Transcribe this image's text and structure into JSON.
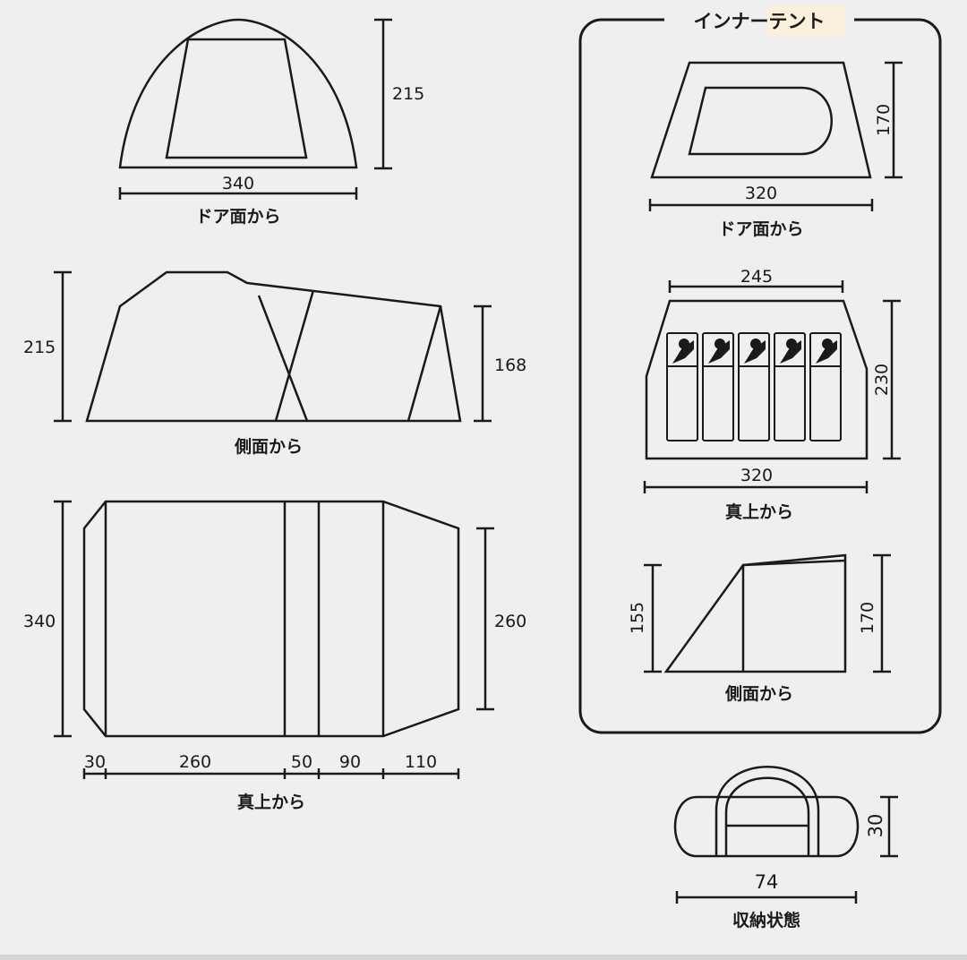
{
  "outer": {
    "front": {
      "height": "215",
      "width": "340",
      "caption": "ドア面から"
    },
    "side": {
      "height_left": "215",
      "height_right": "168",
      "caption": "側面から"
    },
    "top": {
      "height_left": "340",
      "height_right": "260",
      "seg1": "30",
      "seg2": "260",
      "seg3": "50",
      "seg4": "90",
      "seg5": "110",
      "caption": "真上から"
    }
  },
  "inner": {
    "title": "インナーテント",
    "front": {
      "height": "170",
      "width": "320",
      "caption": "ドア面から"
    },
    "top": {
      "top_width": "245",
      "height": "230",
      "bottom_width": "320",
      "caption": "真上から",
      "sleeping_bags": 5
    },
    "side": {
      "height_left": "155",
      "height_right": "170",
      "caption": "側面から"
    }
  },
  "storage": {
    "height": "30",
    "width": "74",
    "caption": "収納状態"
  }
}
